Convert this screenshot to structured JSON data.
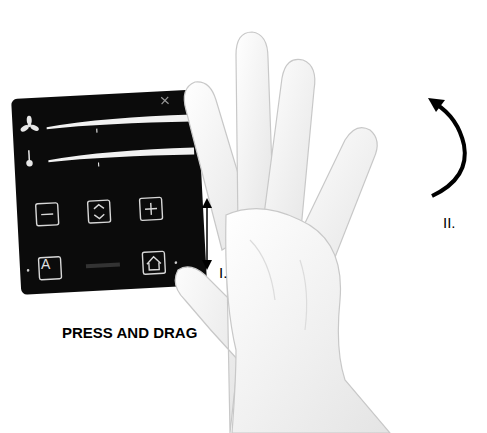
{
  "diagram": {
    "labels": [
      "A",
      "I.",
      "II.",
      "PRESS AND DRAG"
    ]
  }
}
